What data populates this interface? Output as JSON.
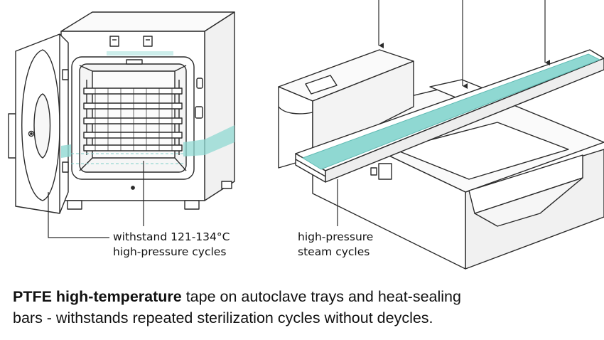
{
  "colors": {
    "tape": "#8fd8d2",
    "tape_light": "#cdeeeb",
    "line": "#2a2a2a",
    "fill": "#ffffff",
    "shade": "#f1f1f1"
  },
  "callouts": {
    "autoclave": {
      "line1": "withstand 121-134°C",
      "line2": "high-pressure cycles"
    },
    "sealer": {
      "line1": "high-pressure",
      "line2": "steam cycles"
    }
  },
  "caption": {
    "bold": "PTFE high-temperature",
    "rest": " tape on autoclave trays and heat-sealing",
    "line2": "bars - withstands repeated sterilization cycles without deycles."
  }
}
